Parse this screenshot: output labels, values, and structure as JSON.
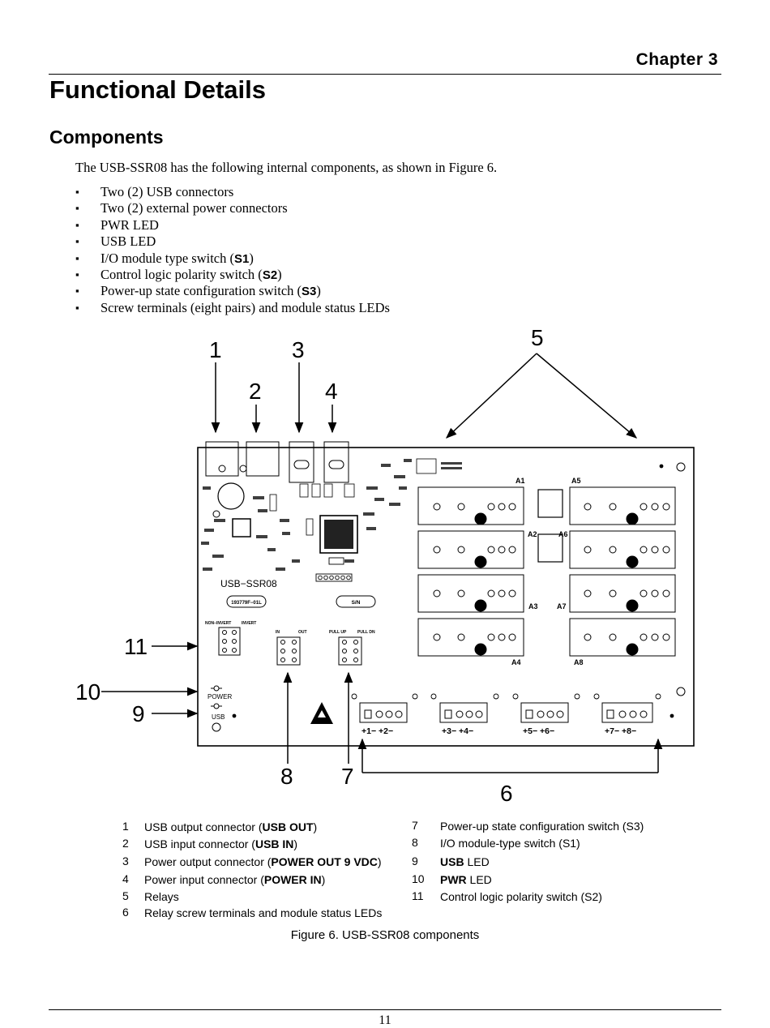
{
  "header": {
    "chapter": "Chapter 3"
  },
  "title": "Functional Details",
  "section": "Components",
  "intro": "The USB-SSR08 has the following internal components, as shown in Figure 6.",
  "bullets": [
    {
      "pre": "Two (2) USB connectors",
      "bold": "",
      "post": ""
    },
    {
      "pre": "Two (2) external power connectors",
      "bold": "",
      "post": ""
    },
    {
      "pre": "PWR LED",
      "bold": "",
      "post": ""
    },
    {
      "pre": "USB LED",
      "bold": "",
      "post": ""
    },
    {
      "pre": "I/O module type switch (",
      "bold": "S1",
      "post": ")"
    },
    {
      "pre": "Control logic polarity switch (",
      "bold": "S2",
      "post": ")"
    },
    {
      "pre": "Power-up state configuration switch (",
      "bold": "S3",
      "post": ")"
    },
    {
      "pre": "Screw terminals (eight pairs) and module status LEDs",
      "bold": "",
      "post": ""
    }
  ],
  "figure": {
    "callouts": [
      "1",
      "2",
      "3",
      "4",
      "5",
      "6",
      "7",
      "8",
      "9",
      "10",
      "11"
    ],
    "board": {
      "model": "USB−SSR08",
      "part": "193779F−01L",
      "sn": "S/N",
      "relays": [
        "A1",
        "A2",
        "A3",
        "A4",
        "A5",
        "A6",
        "A7",
        "A8"
      ],
      "switch_labels": {
        "s2_left": "NON−INVERT",
        "s2_right": "INVERT",
        "s1_left": "IN",
        "s1_right": "OUT",
        "s3_left": "PULL UP",
        "s3_right": "PULL DN"
      },
      "power_label": "POWER",
      "usb_label": "USB",
      "terminals": [
        "+1− +2−",
        "+3− +4−",
        "+5− +6−",
        "+7− +8−"
      ]
    }
  },
  "legend_left": [
    {
      "num": "1",
      "pre": "USB output connector (",
      "bold": "USB OUT",
      "post": ")"
    },
    {
      "num": "2",
      "pre": "USB input connector (",
      "bold": "USB IN",
      "post": ")"
    },
    {
      "num": "3",
      "pre": "Power output connector (",
      "bold": "POWER OUT 9 VDC",
      "post": ")"
    },
    {
      "num": "4",
      "pre": "Power input connector (",
      "bold": "POWER IN",
      "post": ")"
    },
    {
      "num": "5",
      "pre": "Relays",
      "bold": "",
      "post": ""
    },
    {
      "num": "6",
      "pre": "Relay screw terminals and module status LEDs",
      "bold": "",
      "post": ""
    }
  ],
  "legend_right": [
    {
      "num": "7",
      "pre": "Power-up state configuration switch (S3)",
      "bold": "",
      "post": ""
    },
    {
      "num": "8",
      "pre": "I/O module-type switch (S1)",
      "bold": "",
      "post": ""
    },
    {
      "num": "9",
      "pre": "",
      "bold": "USB",
      "post": " LED"
    },
    {
      "num": "10",
      "pre": "",
      "bold": "PWR",
      "post": " LED"
    },
    {
      "num": "11",
      "pre": "Control logic polarity switch (S2)",
      "bold": "",
      "post": ""
    }
  ],
  "caption": "Figure 6. USB-SSR08 components",
  "page_number": "11"
}
